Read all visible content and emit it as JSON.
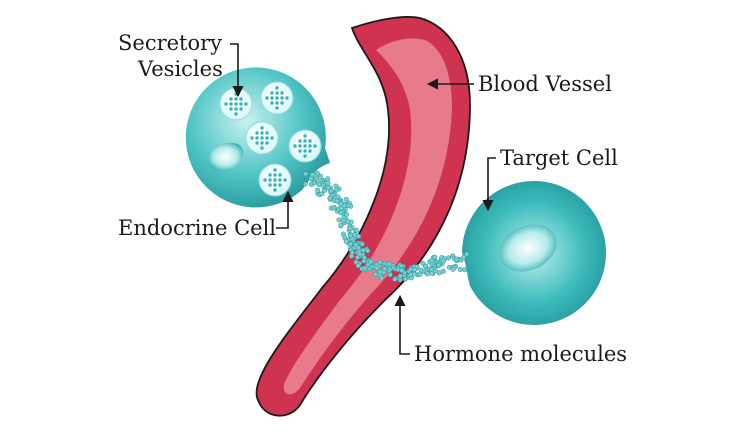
{
  "labels": {
    "secretory_vesicles_line1": "Secretory",
    "secretory_vesicles_line2": "Vesicles",
    "blood_vessel": "Blood Vessel",
    "target_cell": "Target Cell",
    "endocrine_cell": "Endocrine Cell",
    "hormone_molecules": "Hormone molecules"
  },
  "colors": {
    "vessel_outer": "#cf3350",
    "vessel_inner": "#e77b8b",
    "vessel_outline": "#1a1a1a",
    "cell_teal": "#35b7b9",
    "cell_teal_light": "#c8f1f0",
    "cell_teal_dark": "#1c8e92",
    "molecule": "#7ccfd0"
  }
}
